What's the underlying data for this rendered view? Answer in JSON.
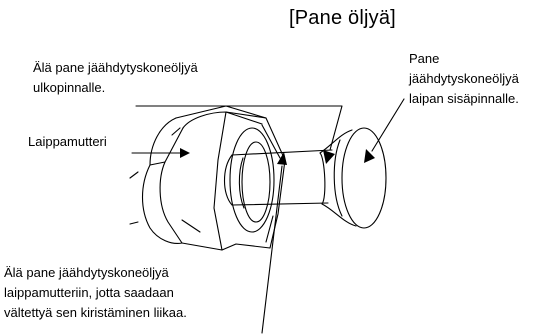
{
  "title": "[Pane öljyä]",
  "labels": {
    "no_oil_outer_l1": "Älä pane jäähdytyskoneöljyä",
    "no_oil_outer_l2": "ulkopinnalle.",
    "oil_inner_l1": "Pane",
    "oil_inner_l2": "jäähdytyskoneöljyä",
    "oil_inner_l3": "laipan sisäpinnalle.",
    "flare_nut": "Laippamutteri",
    "no_oil_nut_l1": "Älä pane jäähdytyskoneöljyä",
    "no_oil_nut_l2": "laippamutteriin, jotta saadaan",
    "no_oil_nut_l3": "vältettyä sen kiristäminen liikaa."
  }
}
